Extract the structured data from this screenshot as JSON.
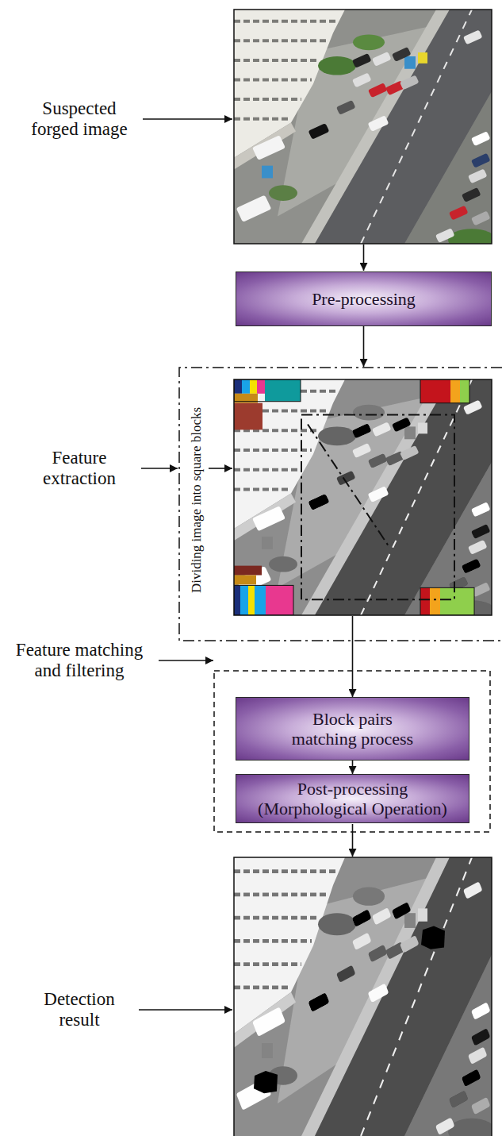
{
  "diagram": {
    "nodes": [
      {
        "text": [
          "Pre-processing"
        ]
      },
      {
        "text": [
          "Dividing image into square blocks"
        ]
      },
      {
        "text": [
          "Block pairs matching process"
        ]
      },
      {
        "text": [
          "Post-processing (Morphological Operation)"
        ]
      }
    ],
    "edges": [
      {
        "from": 0,
        "to": 1,
        "arrow": "to"
      },
      {
        "from": 1,
        "to": 2,
        "arrow": "to"
      },
      {
        "from": 2,
        "to": 3,
        "arrow": "to"
      }
    ],
    "labels": [
      "Suspected forged image",
      "Feature extraction",
      "Feature matching and filtering",
      "Detection result"
    ]
  }
}
